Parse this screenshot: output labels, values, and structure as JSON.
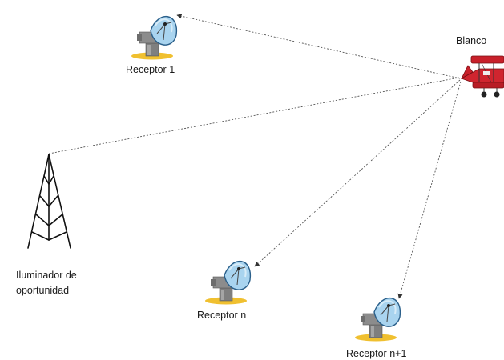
{
  "target": {
    "label": "Blanco",
    "icon": "biplane-icon",
    "color": "#c8202a"
  },
  "illuminator": {
    "label_line1": "Iluminador de",
    "label_line2": "oportunidad",
    "icon": "tower-icon"
  },
  "receivers": [
    {
      "id": "receptor-1",
      "label": "Receptor 1",
      "icon": "satellite-dish-icon"
    },
    {
      "id": "receptor-n",
      "label": "Receptor n",
      "icon": "satellite-dish-icon"
    },
    {
      "id": "receptor-n1",
      "label": "Receptor n+1",
      "icon": "satellite-dish-icon"
    }
  ],
  "colors": {
    "dish": "#a9d4ef",
    "dish_outline": "#2a5f8a",
    "mount": "#8a8a8a",
    "base": "#f0c030",
    "ray": "#555555"
  }
}
